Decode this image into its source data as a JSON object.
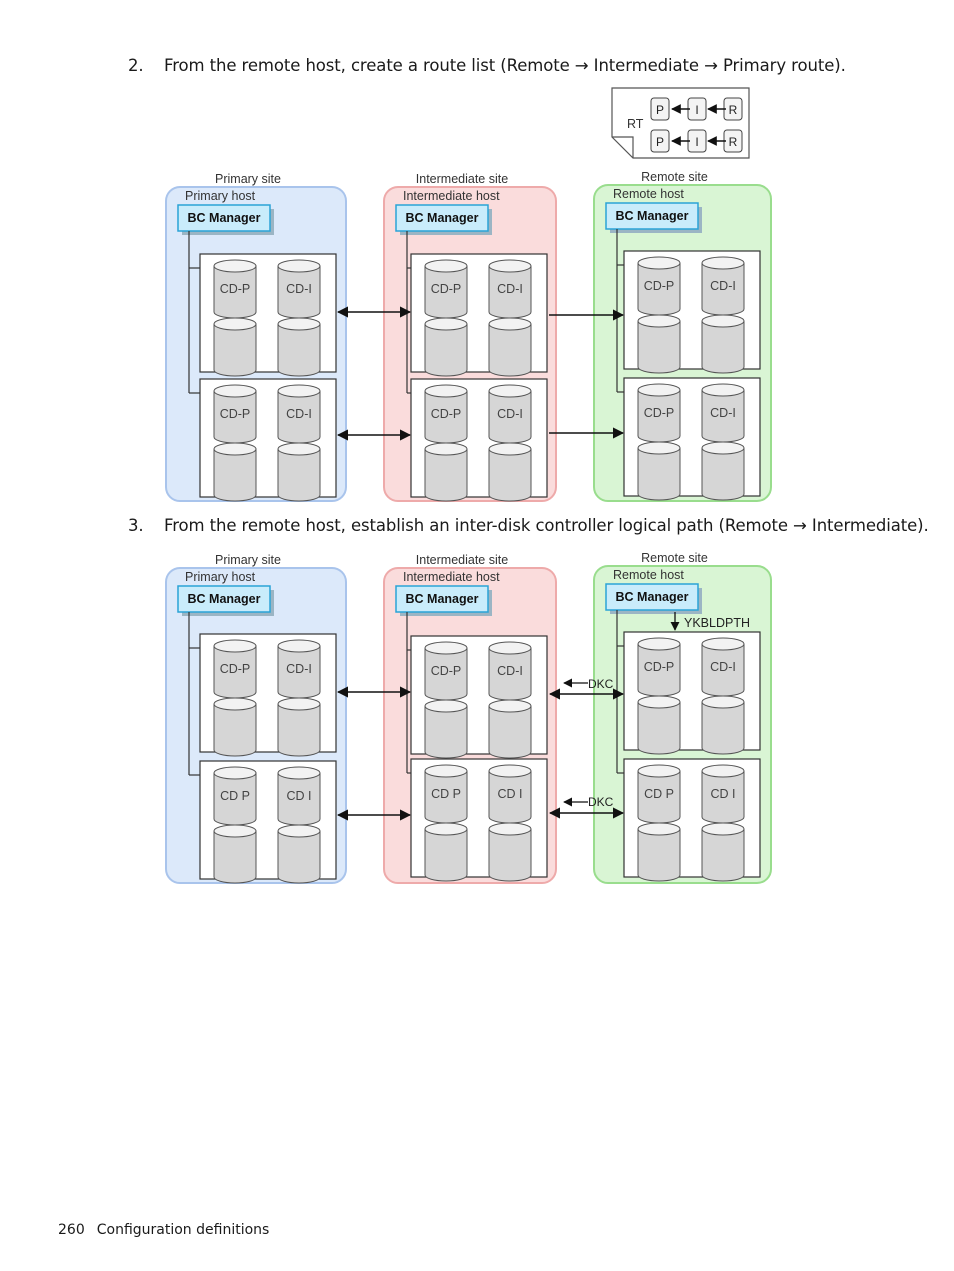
{
  "steps": [
    {
      "number": "2.",
      "text": "From the remote host, create a route list (Remote → Intermediate → Primary route)."
    },
    {
      "number": "3.",
      "text": "From the remote host, establish an inter-disk controller logical path (Remote → Intermediate)."
    }
  ],
  "route_table": {
    "label": "RT",
    "row1": [
      "P",
      "I",
      "R"
    ],
    "row2": [
      "P",
      "I",
      "R"
    ]
  },
  "diagram1": {
    "sites": [
      {
        "site_label": "Primary site",
        "host_label": "Primary host",
        "manager": "BC Manager",
        "disks": {
          "g1a": "CD-P",
          "g1b": "CD-I",
          "g2a": "CD-P",
          "g2b": "CD-I"
        }
      },
      {
        "site_label": "Intermediate site",
        "host_label": "Intermediate host",
        "manager": "BC Manager",
        "disks": {
          "g1a": "CD-P",
          "g1b": "CD-I",
          "g2a": "CD-P",
          "g2b": "CD-I"
        }
      },
      {
        "site_label": "Remote site",
        "host_label": "Remote host",
        "manager": "BC Manager",
        "disks": {
          "g1a": "CD-P",
          "g1b": "CD-I",
          "g2a": "CD-P",
          "g2b": "CD-I"
        }
      }
    ]
  },
  "diagram2": {
    "sites": [
      {
        "site_label": "Primary site",
        "host_label": "Primary host",
        "manager": "BC Manager",
        "disks": {
          "g1a": "CD-P",
          "g1b": "CD-I",
          "g2a": "CD P",
          "g2b": "CD I"
        }
      },
      {
        "site_label": "Intermediate site",
        "host_label": "Intermediate host",
        "manager": "BC Manager",
        "disks": {
          "g1a": "CD-P",
          "g1b": "CD-I",
          "g2a": "CD P",
          "g2b": "CD I"
        }
      },
      {
        "site_label": "Remote site",
        "host_label": "Remote host",
        "manager": "BC Manager",
        "disks": {
          "g1a": "CD-P",
          "g1b": "CD-I",
          "g2a": "CD P",
          "g2b": "CD I"
        }
      }
    ],
    "command": "YKBLDPTH",
    "dkc_label_1": "DKC",
    "dkc_label_2": "DKC"
  },
  "footer": {
    "page_number": "260",
    "section": "Configuration definitions"
  },
  "colors": {
    "primary_fill": "#dce9fa",
    "primary_stroke": "#a9c4ec",
    "intermediate_fill": "#fadcdc",
    "intermediate_stroke": "#eeaaaa",
    "remote_fill": "#d9f5d4",
    "remote_stroke": "#99dd8d",
    "manager_fill": "#c9ecfb",
    "manager_stroke": "#2aa3d6"
  }
}
